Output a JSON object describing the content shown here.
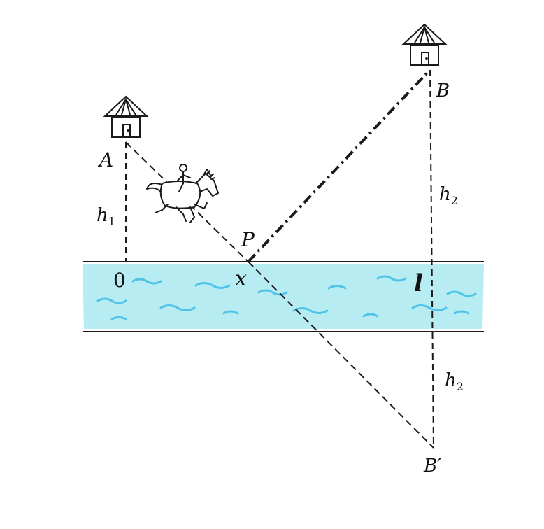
{
  "labels": {
    "A": "A",
    "B": "B",
    "B_prime": "B′",
    "P": "P",
    "x": "x",
    "origin": "0",
    "l": "l",
    "h": "h",
    "h1_sub": "1",
    "h2_sub": "2"
  },
  "colors": {
    "river": "#b8ecf3",
    "wave": "#4fc3e8",
    "line": "#1a1a1a"
  },
  "icons": [
    "house-icon",
    "horse-rider-icon"
  ]
}
